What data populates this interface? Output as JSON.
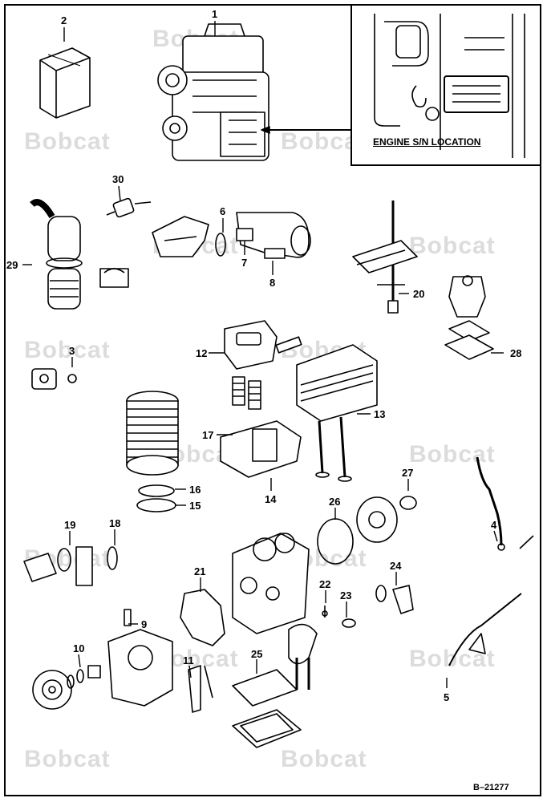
{
  "diagram": {
    "reference_code": "B–21277",
    "inset_label": "ENGINE S/N LOCATION",
    "watermark": "Bobcat",
    "callouts": [
      "1",
      "2",
      "3",
      "4",
      "5",
      "6",
      "7",
      "8",
      "9",
      "10",
      "11",
      "12",
      "13",
      "14",
      "15",
      "16",
      "17",
      "18",
      "19",
      "20",
      "21",
      "22",
      "23",
      "24",
      "25",
      "26",
      "27",
      "28",
      "29",
      "30"
    ]
  },
  "colors": {
    "line": "#000000",
    "watermark": "#dcdcdc",
    "background": "#ffffff"
  }
}
